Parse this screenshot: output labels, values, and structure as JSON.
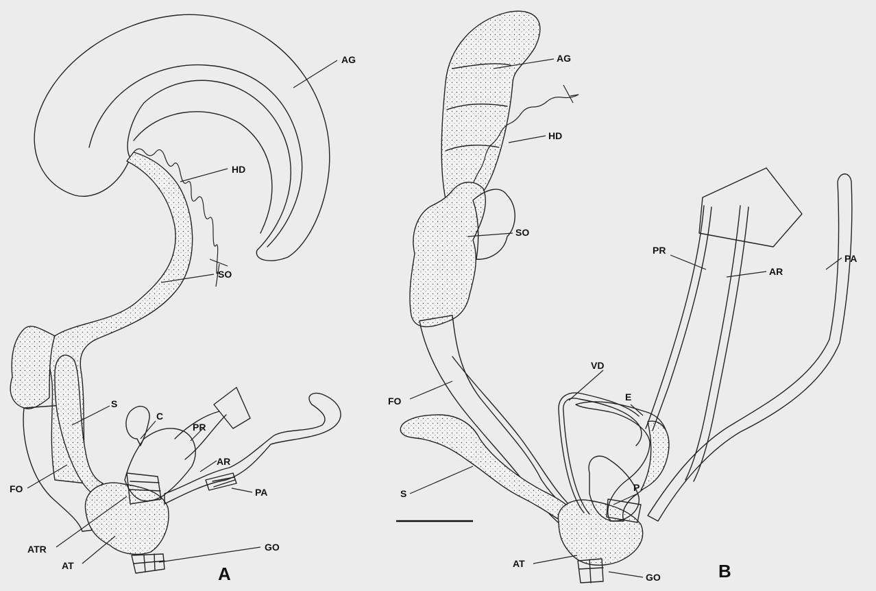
{
  "panel_a": {
    "letter": "A",
    "labels": {
      "ag": "AG",
      "hd": "HD",
      "so": "SO",
      "s": "S",
      "fo": "FO",
      "c": "C",
      "pr": "PR",
      "ar": "AR",
      "pa": "PA",
      "atr": "ATR",
      "at": "AT",
      "go": "GO"
    }
  },
  "panel_b": {
    "letter": "B",
    "labels": {
      "ag": "AG",
      "hd": "HD",
      "so": "SO",
      "pr": "PR",
      "ar": "AR",
      "pa": "PA",
      "vd": "VD",
      "e": "E",
      "fo": "FO",
      "s": "S",
      "p": "P",
      "at": "AT",
      "go": "GO"
    }
  },
  "colors": {
    "background": "#ececec",
    "ink": "#222222"
  }
}
